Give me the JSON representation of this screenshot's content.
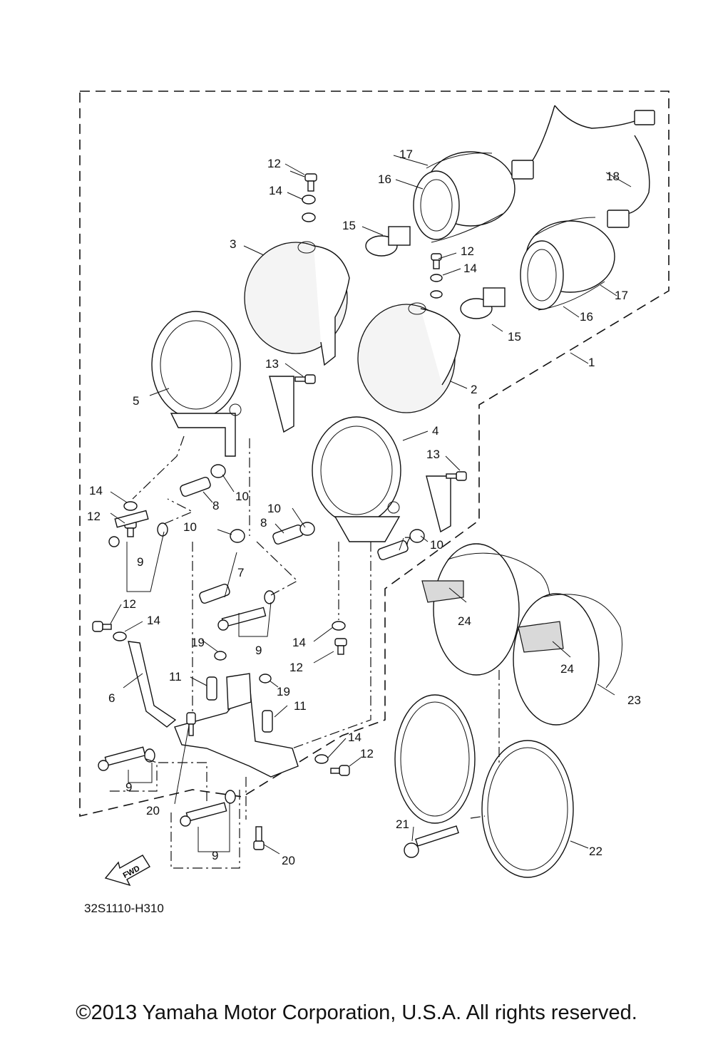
{
  "callouts": [
    "1",
    "2",
    "3",
    "4",
    "5",
    "6",
    "7",
    "8",
    "9",
    "10",
    "11",
    "12",
    "13",
    "14",
    "15",
    "16",
    "17",
    "18",
    "19",
    "20",
    "21",
    "22",
    "23",
    "24"
  ],
  "fwd_label": "FWD",
  "diagram_code": "32S1110-H310",
  "copyright": "©2013 Yamaha Motor Corporation, U.S.A. All rights reserved."
}
